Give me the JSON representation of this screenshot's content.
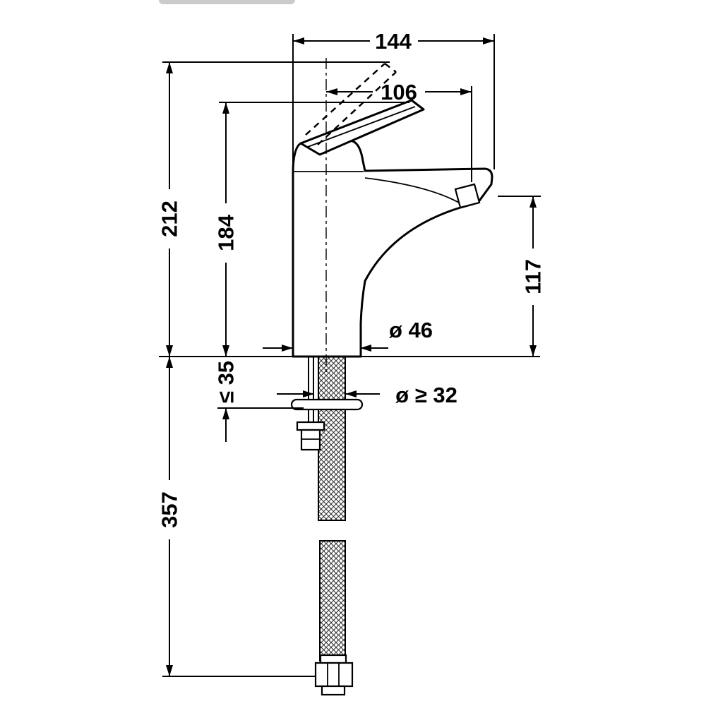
{
  "drawing": {
    "type": "technical-dimension-drawing",
    "subject": "single-lever basin mixer faucet, side elevation with mounting hose",
    "unit": "mm",
    "dimensions": {
      "overall_projection": "144",
      "spout_projection": "106",
      "overall_height": "212",
      "lever_height": "184",
      "spout_height": "117",
      "body_diameter": "ø 46",
      "hole_diameter": "ø ≥ 32",
      "max_deck_thickness": "≤ 35",
      "hose_length": "357"
    },
    "colors": {
      "line": "#000000",
      "background": "#ffffff",
      "artifact": "#cbcbcb"
    }
  }
}
